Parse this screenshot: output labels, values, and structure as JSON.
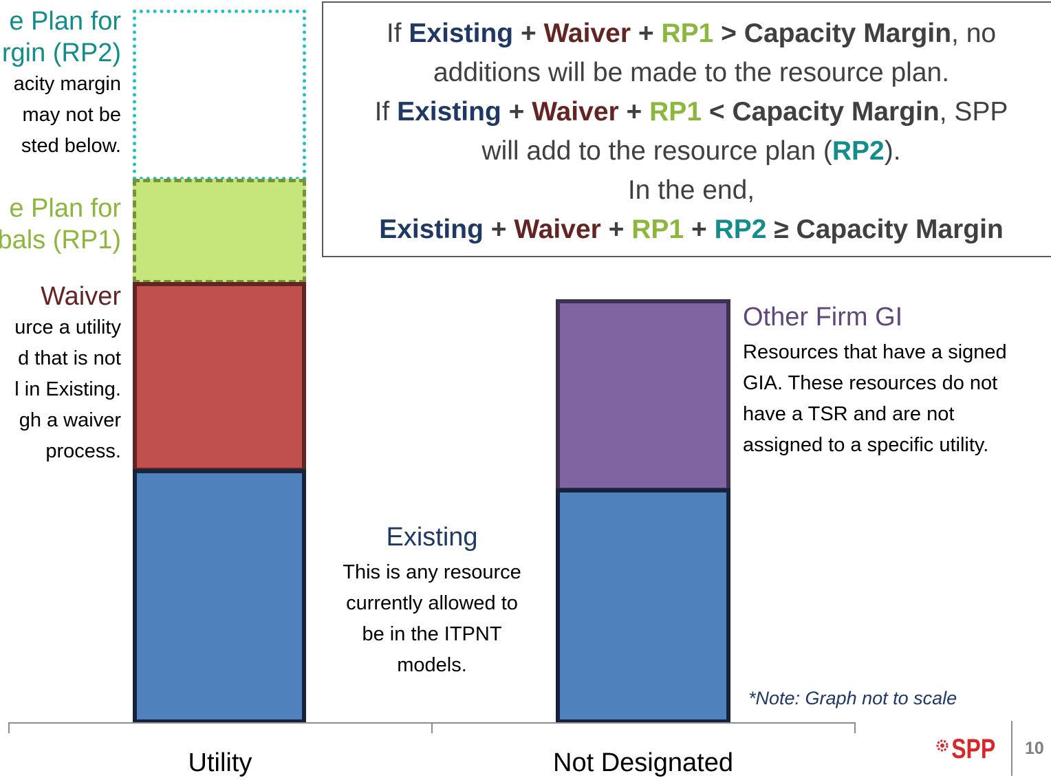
{
  "left_labels": {
    "rp2_title_1": "e Plan for",
    "rp2_title_2": "rgin (RP2)",
    "rp2_desc_1": "acity margin",
    "rp2_desc_2": "may not be",
    "rp2_desc_3": "sted below.",
    "rp1_title_1": "e Plan for",
    "rp1_title_2": "bals (RP1)",
    "waiver_title": "Waiver",
    "waiver_desc_1": "urce a utility",
    "waiver_desc_2": "d that is not",
    "waiver_desc_3": "l in Existing.",
    "waiver_desc_4": "gh a waiver",
    "waiver_desc_5": "process."
  },
  "formula": {
    "if": "If ",
    "existing": "Existing",
    "plus": " + ",
    "waiver": "Waiver",
    "rp1": "RP1",
    "gt": " > ",
    "lt": " < ",
    "ge": " ≥ ",
    "capacity_margin": "Capacity Margin",
    "line1_end": ", no",
    "line2": "additions will be made to the resource plan.",
    "line3_end": ", SPP",
    "line4_start": "will add to the resource plan (",
    "rp2": "RP2",
    "line4_end": ").",
    "line5": "In the end,"
  },
  "other_firm_gi": {
    "title": "Other Firm GI",
    "desc_1": "Resources that have a signed",
    "desc_2": "GIA. These resources do not",
    "desc_3": "have a TSR and are not",
    "desc_4": "assigned to a specific utility."
  },
  "existing": {
    "title": "Existing",
    "desc_1": "This is any resource",
    "desc_2": "currently allowed to",
    "desc_3": "be in the ITPNT",
    "desc_4": "models."
  },
  "note": "*Note: Graph not to scale",
  "categories": [
    "Utility",
    "Not Designated"
  ],
  "logo_text": "SPP",
  "page_number": "10",
  "colors": {
    "existing": "#4f81bd",
    "waiver": "#c0504d",
    "rp1": "#c6e57a",
    "rp2_outline": "#1fc0c0",
    "other_firm_gi": "#8064a2"
  }
}
